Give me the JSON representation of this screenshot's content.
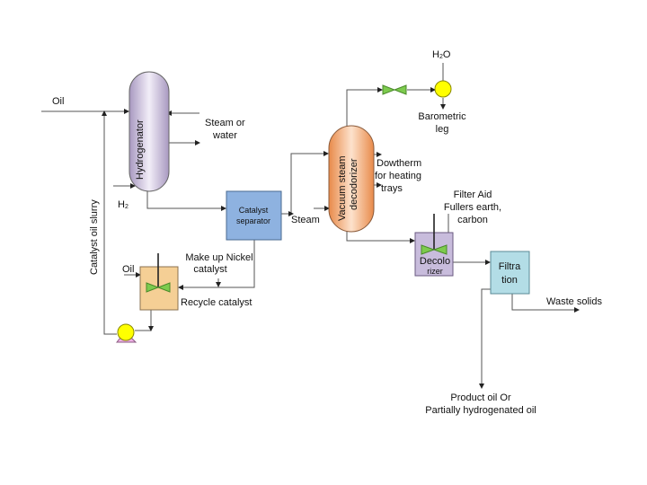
{
  "title": "Vegetable oil hydrogenation process flow diagram",
  "colors": {
    "hydrogenator": "#c9bcd9",
    "deodorizer": "#f2a870",
    "separator": "#8eb2e0",
    "mixer": "#f5cf95",
    "decolorizer": "#c8bcdc",
    "filtration": "#b3dde6",
    "valve": "#7dcb4e",
    "pump_ball": "#ffff00",
    "pump_base": "#f0b0e6",
    "line": "#555555"
  },
  "equipment": {
    "hydrogenator": "Hydrogenator",
    "deodorizer_line1": "Vacuum steam",
    "deodorizer_line2": "decodorizer",
    "separator_line1": "Catalyst",
    "separator_line2": "separator",
    "decolorizer_line1": "Decolo",
    "decolorizer_line2": "rizer",
    "filtration_line1": "Filtra",
    "filtration_line2": "tion"
  },
  "streams": {
    "oil_feed": "Oil",
    "steam_water_1": "Steam or",
    "steam_water_2": "water",
    "h2": "H",
    "h2_sub": "2",
    "catalyst_slurry": "Catalyst oil slurry",
    "makeup_1": "Make up Nickel",
    "makeup_2": "catalyst",
    "mixer_oil": "Oil",
    "recycle": "Recycle catalyst",
    "steam": "Steam",
    "water_top": "H",
    "water_top_sub": "2",
    "water_top_o": "O",
    "barometric_1": "Barometric",
    "barometric_2": "leg",
    "dowtherm_1": "Dowtherm",
    "dowtherm_2": "for heating",
    "dowtherm_3": "trays",
    "filter_aid_1": "Filter Aid",
    "filter_aid_2": "Fullers earth,",
    "filter_aid_3": "carbon",
    "waste": "Waste solids",
    "product_1": "Product oil Or",
    "product_2": "Partially hydrogenated oil"
  }
}
